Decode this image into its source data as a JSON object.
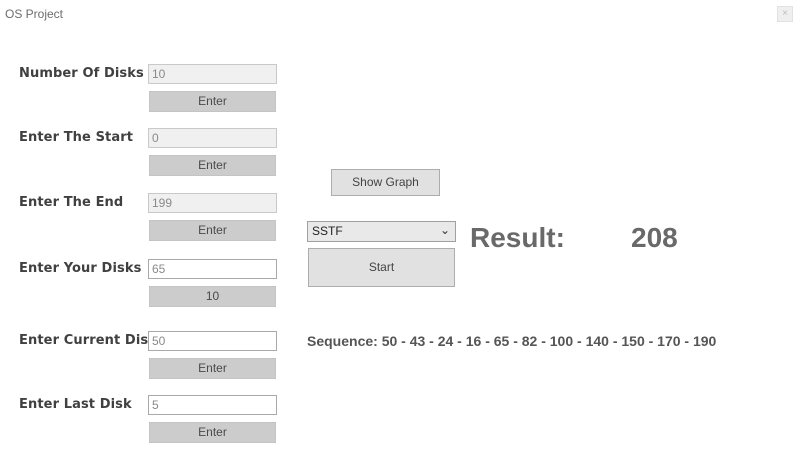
{
  "window": {
    "title": "OS Project",
    "close_label": "×"
  },
  "form": {
    "number_of_disks": {
      "label": "Number Of Disks",
      "value": "10",
      "button": "Enter"
    },
    "start": {
      "label": "Enter The Start",
      "value": "0",
      "button": "Enter"
    },
    "end": {
      "label": "Enter The End",
      "value": "199",
      "button": "Enter"
    },
    "your_disks": {
      "label": "Enter Your Disks",
      "value": "65",
      "button": "10"
    },
    "current_disk": {
      "label": "Enter Current Disk",
      "value": "50",
      "button": "Enter"
    },
    "last_disk": {
      "label": "Enter Last Disk",
      "value": "5",
      "button": "Enter"
    }
  },
  "controls": {
    "show_graph": "Show Graph",
    "algorithm_selected": "SSTF",
    "start_button": "Start"
  },
  "result": {
    "label": "Result:",
    "value": "208"
  },
  "sequence": {
    "text": "Sequence: 50 - 43 - 24 - 16 - 65 - 82 - 100 - 140 - 150 - 170 - 190"
  }
}
